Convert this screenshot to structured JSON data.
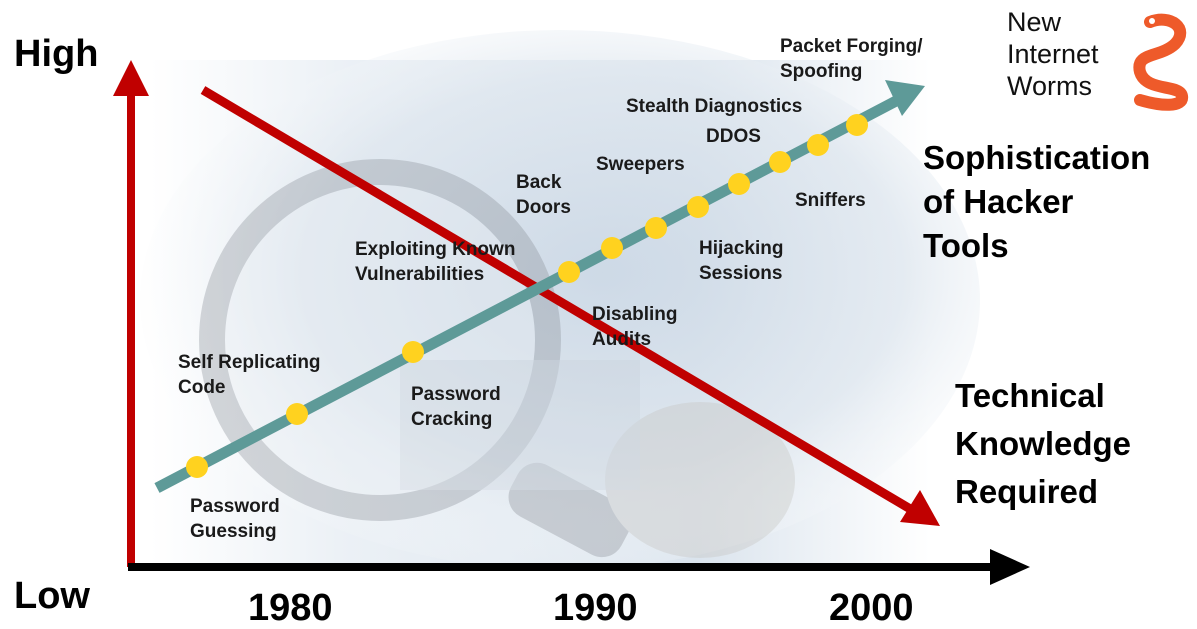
{
  "axis": {
    "y_high": "High",
    "y_low": "Low",
    "x_ticks": [
      "1980",
      "1990",
      "2000"
    ]
  },
  "series": {
    "sophistication": {
      "lines": [
        "Sophistication",
        "of Hacker",
        "Tools"
      ],
      "color": "#5e9a98"
    },
    "knowledge": {
      "lines": [
        "Technical",
        "Knowledge",
        "Required"
      ],
      "color": "#c00000"
    }
  },
  "worms": {
    "lines": [
      "New",
      "Internet",
      "Worms"
    ],
    "icon": "worm-icon",
    "color": "#ee5a2a"
  },
  "tools": [
    {
      "id": "password-guessing",
      "lines": [
        "Password",
        "Guessing"
      ]
    },
    {
      "id": "self-replicating-code",
      "lines": [
        "Self Replicating",
        "Code"
      ]
    },
    {
      "id": "password-cracking",
      "lines": [
        "Password",
        "Cracking"
      ]
    },
    {
      "id": "exploiting-known-vulnerabilities",
      "lines": [
        "Exploiting Known",
        "Vulnerabilities"
      ]
    },
    {
      "id": "disabling-audits",
      "lines": [
        "Disabling",
        "Audits"
      ]
    },
    {
      "id": "back-doors",
      "lines": [
        "Back",
        "Doors"
      ]
    },
    {
      "id": "hijacking-sessions",
      "lines": [
        "Hijacking",
        "Sessions"
      ]
    },
    {
      "id": "sweepers",
      "lines": [
        "Sweepers"
      ]
    },
    {
      "id": "sniffers",
      "lines": [
        "Sniffers"
      ]
    },
    {
      "id": "ddos",
      "lines": [
        "DDOS"
      ]
    },
    {
      "id": "stealth-diagnostics",
      "lines": [
        "Stealth Diagnostics"
      ]
    },
    {
      "id": "packet-forging-spoofing",
      "lines": [
        "Packet Forging/",
        "Spoofing"
      ]
    }
  ],
  "colors": {
    "axis_y": "#c00000",
    "axis_x": "#000000",
    "marker": "#ffd21f"
  }
}
